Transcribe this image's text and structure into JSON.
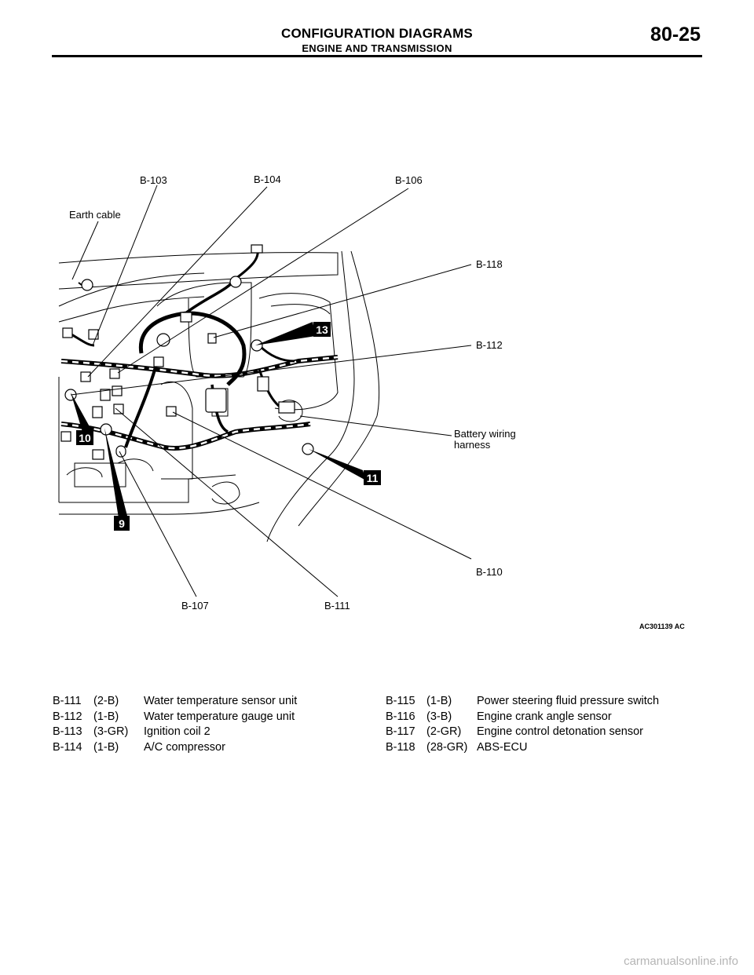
{
  "header": {
    "title": "CONFIGURATION DIAGRAMS",
    "subtitle": "ENGINE AND TRANSMISSION",
    "page_number": "80-25"
  },
  "diagram": {
    "labels": {
      "b103": "B-103",
      "b104": "B-104",
      "b106": "B-106",
      "earth_cable": "Earth cable",
      "b118": "B-118",
      "b112": "B-112",
      "battery_line1": "Battery wiring",
      "battery_line2": "harness",
      "b110": "B-110",
      "b107": "B-107",
      "b111": "B-111"
    },
    "badges": {
      "n9": "9",
      "n10": "10",
      "n11": "11",
      "n13": "13"
    },
    "figure_ref": "AC301139 AC"
  },
  "legend_left": [
    {
      "code": "B-111",
      "spec": "(2-B)",
      "name": "Water temperature sensor unit"
    },
    {
      "code": "B-112",
      "spec": "(1-B)",
      "name": "Water temperature gauge unit"
    },
    {
      "code": "B-113",
      "spec": "(3-GR)",
      "name": "Ignition coil 2"
    },
    {
      "code": "B-114",
      "spec": "(1-B)",
      "name": "A/C compressor"
    }
  ],
  "legend_right": [
    {
      "code": "B-115",
      "spec": "(1-B)",
      "name": "Power steering fluid pressure switch"
    },
    {
      "code": "B-116",
      "spec": "(3-B)",
      "name": "Engine crank angle sensor"
    },
    {
      "code": "B-117",
      "spec": "(2-GR)",
      "name": "Engine control detonation sensor"
    },
    {
      "code": "B-118",
      "spec": "(28-GR)",
      "name": "ABS-ECU"
    }
  ],
  "footer": {
    "watermark": "carmanualsonline.info"
  }
}
